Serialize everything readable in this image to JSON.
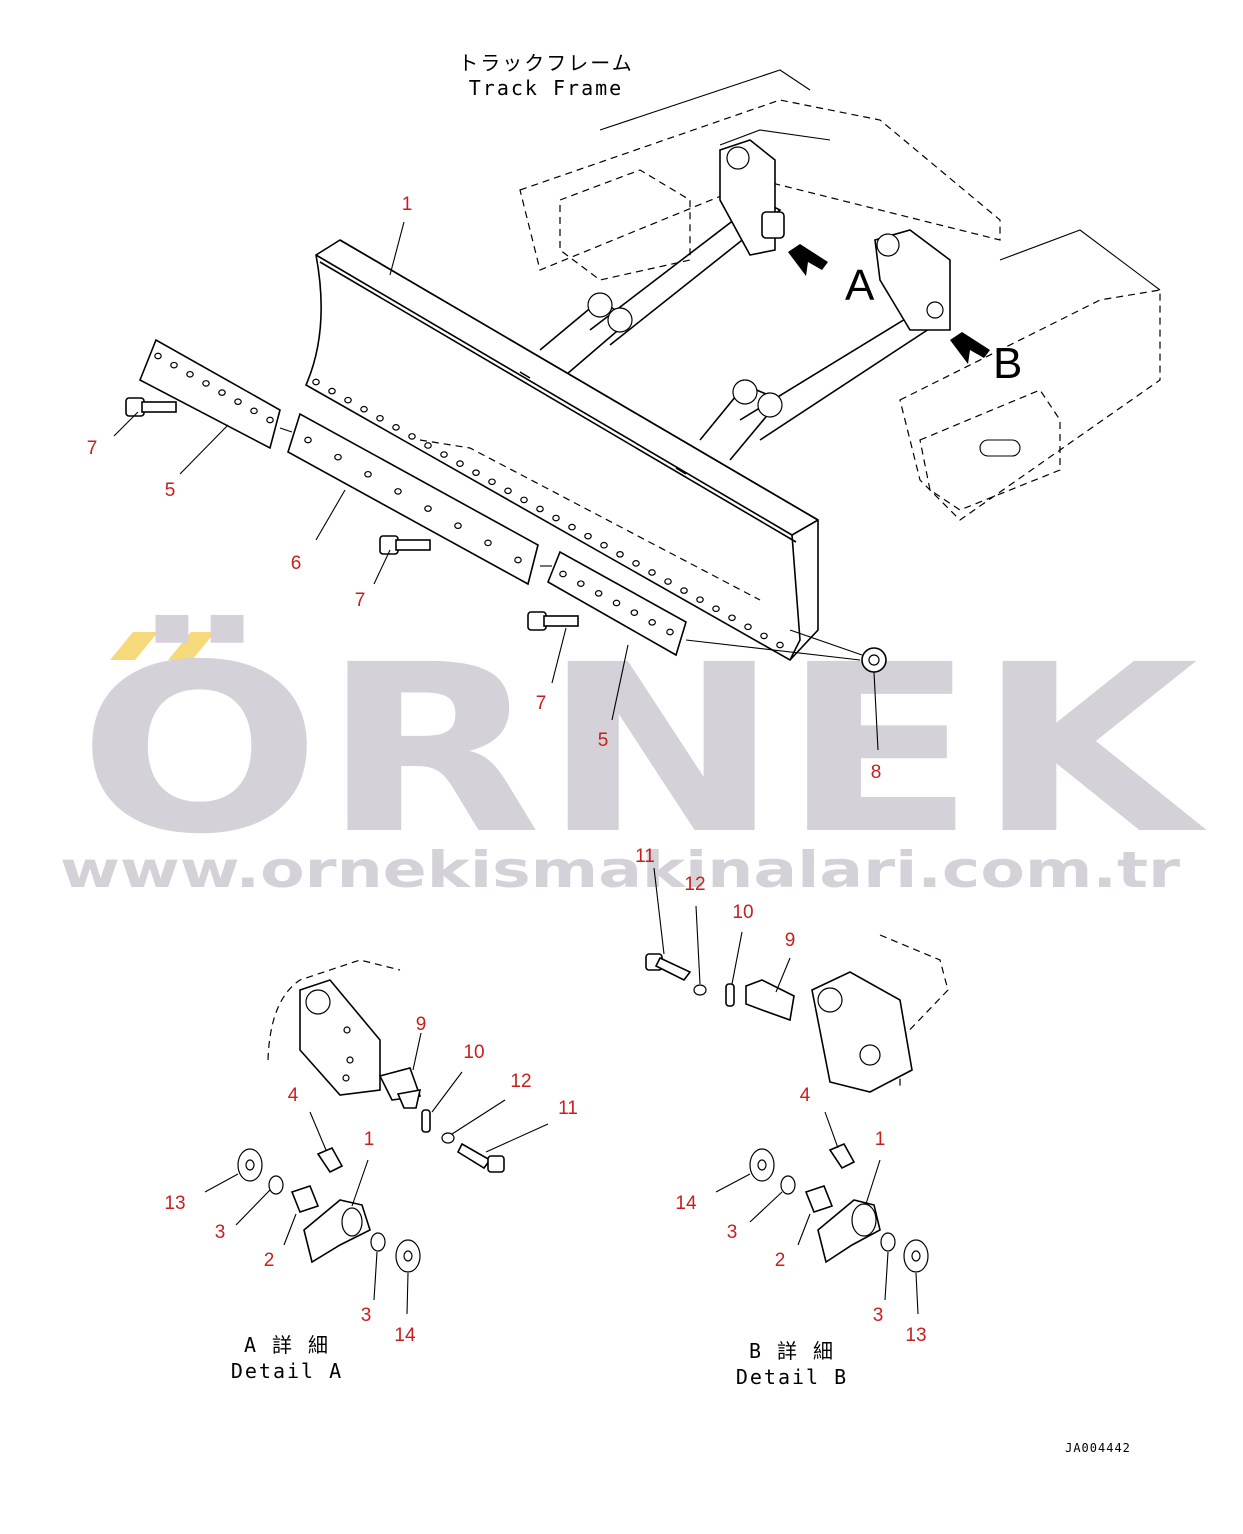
{
  "header": {
    "title_jp": "トラックフレーム",
    "title_en": "Track Frame"
  },
  "view_arrows": {
    "a": "A",
    "b": "B"
  },
  "callouts_main": [
    "1",
    "5",
    "5",
    "6",
    "7",
    "7",
    "7",
    "8"
  ],
  "callouts_detail_a": [
    "9",
    "10",
    "12",
    "11",
    "4",
    "1",
    "13",
    "3",
    "2",
    "3",
    "14"
  ],
  "callouts_detail_b": [
    "11",
    "12",
    "10",
    "9",
    "4",
    "1",
    "14",
    "3",
    "2",
    "3",
    "13"
  ],
  "detail_a": {
    "jp": "A 詳 細",
    "en": "Detail A"
  },
  "detail_b": {
    "jp": "B 詳 細",
    "en": "Detail B"
  },
  "drawing_code": "JA004442",
  "watermark": {
    "brand": "ÖRNEK",
    "url": "www.ornekismakinalari.com.tr",
    "accent_color": "#f5d97a",
    "text_color": "#d4d1d8"
  },
  "callout_color": "#c81e1e"
}
